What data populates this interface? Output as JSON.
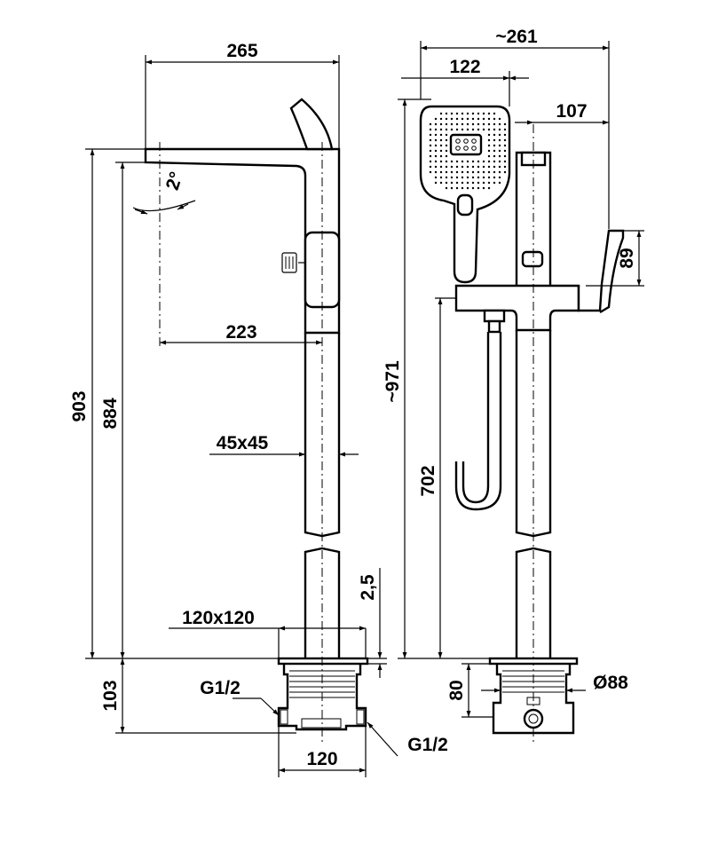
{
  "dimensions": {
    "spout_reach": "265",
    "total_depth": "~261",
    "handshower_offset": "122",
    "lever_offset": "107",
    "spout_angle": "2°",
    "spout_offset": "223",
    "total_height": "903",
    "spout_height": "884",
    "column_section": "45x45",
    "overall_height_right": "~971",
    "holder_height": "702",
    "lever_height": "89",
    "cover_thickness": "2,5",
    "rosette_size": "120x120",
    "box_depth": "103",
    "box_height": "80",
    "box_diameter": "Ø88",
    "inlet_left": "G1/2",
    "inlet_right": "G1/2",
    "box_width": "120"
  },
  "colors": {
    "line": "#000000",
    "background": "#ffffff"
  }
}
